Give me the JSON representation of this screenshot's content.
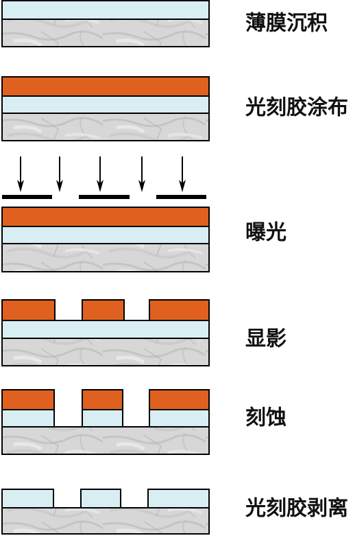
{
  "steps": [
    {
      "label": "薄膜沉积"
    },
    {
      "label": "光刻胶涂布"
    },
    {
      "label": "曝光"
    },
    {
      "label": "显影"
    },
    {
      "label": "刻蚀"
    },
    {
      "label": "光刻胶剥离"
    }
  ],
  "colors": {
    "photoresist": "#e0611f",
    "film": "#d8eef2",
    "substrate": "#d7d7d7",
    "outline": "#000000"
  }
}
